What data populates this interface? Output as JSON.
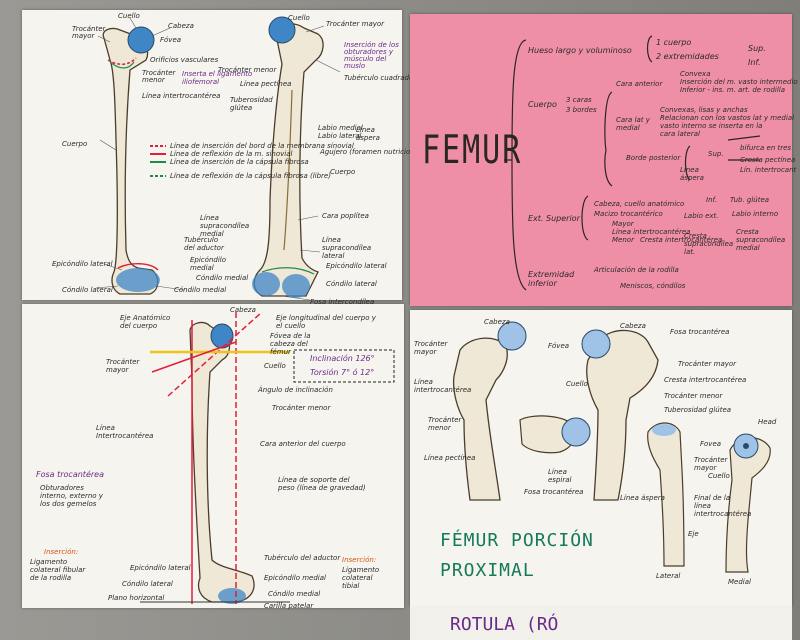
{
  "titles": {
    "femur": "FEMUR",
    "proximal_line1": "FÉMUR PORCIÓN",
    "proximal_line2": "PROXIMAL",
    "next_sheet": "ROTULA (RÓ"
  },
  "sheet1_labels": {
    "trocanter_mayor": "Trocánter mayor",
    "cuello": "Cuello",
    "cabeza": "Cabeza",
    "fovea": "Fóvea",
    "orificios": "Orificios vasculares",
    "trocanter_menor": "Trocánter menor",
    "inserta": "Inserta el ligamento iliofemoral",
    "linea_inter": "Línea intertrocantérea",
    "cuerpo": "Cuerpo",
    "epicondilo_lat": "Epicóndilo lateral",
    "condilo_lat": "Cóndilo lateral",
    "condilo_med": "Cóndilo medial",
    "legend1": "Línea de inserción del bord de la membrana sinovial",
    "legend2": "Línea de reflexión de la m. sinovial",
    "legend3": "Línea de inserción de la cápsula fibrosa",
    "legend4": "Línea de reflexión de la cápsula fibrosa (libre)",
    "trocanter_mayor_r": "Trocánter mayor",
    "cuello_r": "Cuello",
    "insercion_r": "Inserción de los obturadores y músculo del muslo",
    "tuberculo": "Tubérculo cuadrado",
    "linea_pectinea": "Línea pectínea",
    "tuberosidad": "Tuberosidad glútea",
    "labio_med": "Labio medial",
    "labio_lat": "Labio lateral",
    "linea_aspera": "Línea áspera",
    "agujero": "Agujero (foramen nutricio)",
    "cuerpo_r": "Cuerpo",
    "linea_supra_med": "Línea supracondílea medial",
    "cara_poplitea": "Cara poplítea",
    "linea_supra_lat": "Línea supracondílea lateral",
    "tuberculo_aductor": "Tubérculo del aductor",
    "epicondilo_med": "Epicóndilo medial",
    "epicondilo_lat_r": "Epicóndilo lateral",
    "condilo_med_r": "Cóndilo medial",
    "condilo_lat_r": "Cóndilo lateral",
    "fosa_inter": "Fosa intercondílea"
  },
  "sheet2_tree": {
    "hueso": "Hueso largo y voluminoso",
    "cuerpo_n": "1 cuerpo",
    "extrem": "2 extremidades",
    "sup": "Sup.",
    "inf": "Inf.",
    "cuerpo": "Cuerpo",
    "caras": "3 caras",
    "bordes": "3 bordes",
    "cara_ant": "Cara anterior",
    "convexa": "Convexa",
    "insercion_vasto": "Inserción del m. vasto intermedio",
    "inferior_m": "Inferior - ins. m. art. de rodilla",
    "cara_lat": "Cara lat y medial",
    "convexas": "Convexas, lisas y anchas",
    "relacion": "Relacionan con los vastos lat y medial",
    "vasto_int": "vasto interno se inserta en la cara lateral",
    "borde_post": "Borde posterior",
    "linea_aspera": "Línea áspera",
    "sup_b": "Sup.",
    "bif": "bifurca en tres",
    "cresta": "Cresta pectínea",
    "linea_inter": "Lín. intertrocant",
    "tub_glut": "Tub. glútea",
    "inf_b": "Inf.",
    "labio_ext": "Labio ext.",
    "labio_int": "Labio interno",
    "cresta_supra_lat": "Cresta supracondílea lat.",
    "cresta_supra_med": "Cresta supracondílea medial",
    "ext_superior": "Ext. Superior",
    "cabeza_cuello": "Cabeza, cuello anatómico",
    "macizo": "Macizo trocantérico",
    "mayor": "Mayor",
    "linea_intertroc": "Línea intertrocantérea",
    "menor": "Menor",
    "cresta_intertroc": "Cresta intertrocantérea",
    "ext_inferior": "Extremidad inferior",
    "articulacion": "Articulación de la rodilla",
    "meniscos": "Meniscos, cóndilos"
  },
  "sheet3_labels": {
    "eje_anat": "Eje Anatómico del cuerpo",
    "cabeza": "Cabeza",
    "eje_long": "Eje longitudinal del cuerpo y el cuello",
    "fovea": "Fóvea de la cabeza del fémur",
    "trocanter_mayor": "Trocánter mayor",
    "cuello": "Cuello",
    "inclinacion": "Inclinación 126°",
    "torsion": "Torsión 7° ó 12°",
    "angulo": "Ángulo de inclinación",
    "trocanter_menor": "Trocánter menor",
    "linea_inter": "Línea Intertrocantérea",
    "cara_ant": "Cara anterior del cuerpo",
    "linea_soporte": "Línea de soporte del peso (línea de gravedad)",
    "fosa_troc": "Fosa trocantérea",
    "fosa_troc_sub": "Obturadores interno, externo y los dos gemelos",
    "insercion_l": "Inserción:",
    "ligamento": "Ligamento colateral fibular de la rodilla",
    "epicondilo_lat": "Epicóndilo lateral",
    "condilo_lat": "Cóndilo lateral",
    "plano": "Plano horizontal",
    "tuberculo_aductor": "Tubérculo del aductor",
    "insercion_r": "Inserción:",
    "ligamento_tib": "Ligamento colateral tibial",
    "epicondilo_med": "Epicóndilo medial",
    "condilo_med": "Cóndilo medial",
    "carilla": "Carilla patelar"
  },
  "sheet4_labels": {
    "cabeza": "Cabeza",
    "fovea": "Fóvea",
    "fosa_troc": "Fosa trocantérea",
    "trocanter_mayor": "Trocánter mayor",
    "cresta": "Cresta intertrocantérea",
    "cuello": "Cuello",
    "trocanter_menor": "Trocánter menor",
    "tuberosidad": "Tuberosidad glútea",
    "linea_inter": "Línea intertrocantérea",
    "head": "Head",
    "fovea2": "Fovea",
    "trocanter2": "Trocánter mayor",
    "cuello2": "Cuello",
    "final": "Final de la línea intertrocantérea",
    "lateral": "Lateral",
    "medial": "Medial",
    "eje": "Eje",
    "linea_aspera": "Línea áspera",
    "linea_espiral": "Línea espiral",
    "linea_pectinea": "Línea pectínea",
    "fosa_troc2": "Fosa trocantérea"
  },
  "colors": {
    "pink_sheet": "#ef8fa6",
    "paper": "#f6f4ee",
    "bone": "#efe8d6",
    "bone_outline": "#4a3d2c",
    "cartilage": "#3f86c6",
    "red_line": "#e0203a",
    "green_line": "#1f8a4c",
    "purple_text": "#6a2a8a",
    "title_green": "#157a5c"
  }
}
